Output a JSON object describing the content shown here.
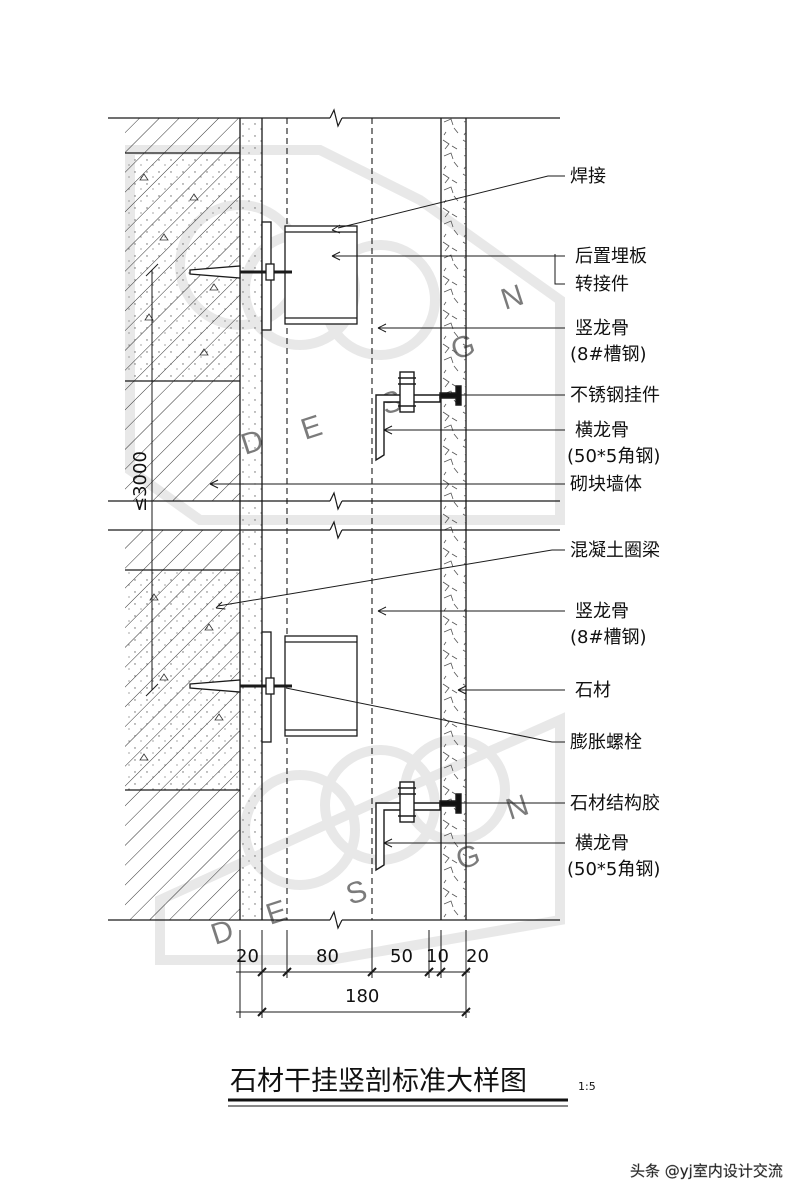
{
  "title": "石材干挂竖剖标准大样图",
  "scale": "1:5",
  "height_mark": "≤3000",
  "watermark": {
    "letters": [
      "D",
      "E",
      "S",
      "G",
      "N"
    ],
    "credit": "头条 @yj室内设计交流"
  },
  "labels": [
    "焊接",
    "后置埋板",
    "转接件",
    "竖龙骨",
    "(8#槽钢)",
    "不锈钢挂件",
    "横龙骨",
    "(50*5角钢)",
    "砌块墙体",
    "混凝土圈梁",
    "竖龙骨",
    "(8#槽钢)",
    "石材",
    "膨胀螺栓",
    "石材结构胶",
    "横龙骨",
    "(50*5角钢)"
  ],
  "dimensions": {
    "segments": [
      "20",
      "80",
      "50",
      "10",
      "20"
    ],
    "total": "180"
  },
  "colors": {
    "line": "#1a1a1a",
    "hatch": "#333333",
    "watermark": "#dddddd"
  }
}
